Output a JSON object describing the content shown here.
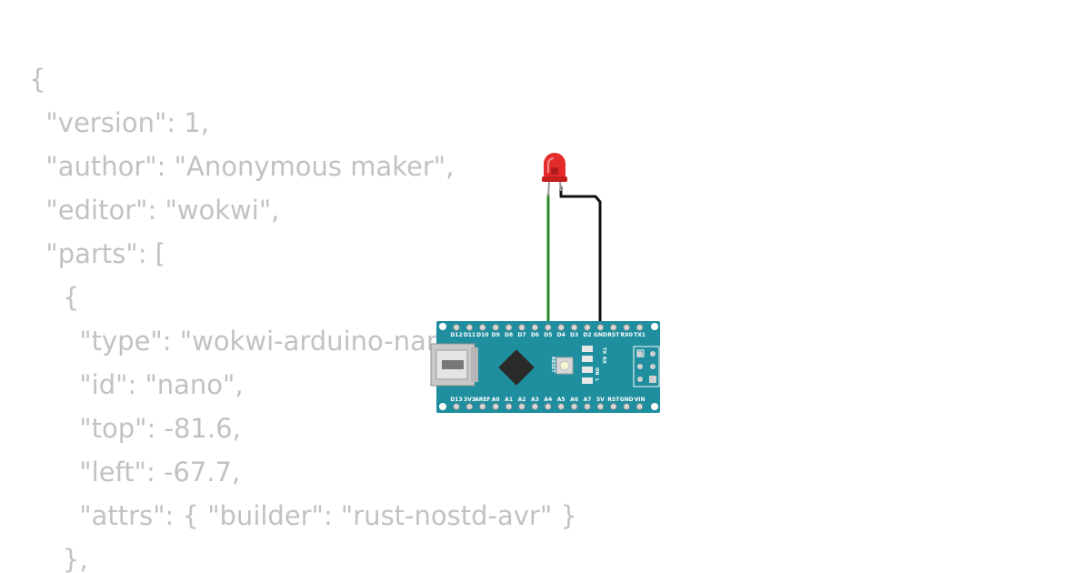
{
  "code_lines": [
    "{",
    "  \"version\": 1,",
    "  \"author\": \"Anonymous maker\",",
    "  \"editor\": \"wokwi\",",
    "  \"parts\": [",
    "    {",
    "      \"type\": \"wokwi-arduino-nano\",",
    "      \"id\": \"nano\",",
    "      \"top\": -81.6,",
    "      \"left\": -67.7,",
    "      \"attrs\": { \"builder\": \"rust-nostd-avr\" }",
    "    },"
  ],
  "board": {
    "top_pins": [
      "D12",
      "D11",
      "D10",
      "D9",
      "D8",
      "D7",
      "D6",
      "D5",
      "D4",
      "D3",
      "D2",
      "GND",
      "RST",
      "RX0",
      "TX1"
    ],
    "bottom_pins": [
      "D13",
      "3V3",
      "AREF",
      "A0",
      "A1",
      "A2",
      "A3",
      "A4",
      "A5",
      "A6",
      "A7",
      "5V",
      "RST",
      "GND",
      "VIN"
    ],
    "reset_label": "RESET",
    "led_labels": [
      "TX",
      "RX",
      "ON",
      "L"
    ],
    "color": "#1f8e9e"
  },
  "led": {
    "color": "#e42b2b"
  },
  "wires": {
    "anode_color": "#2a8a2a",
    "cathode_color": "#111111"
  }
}
